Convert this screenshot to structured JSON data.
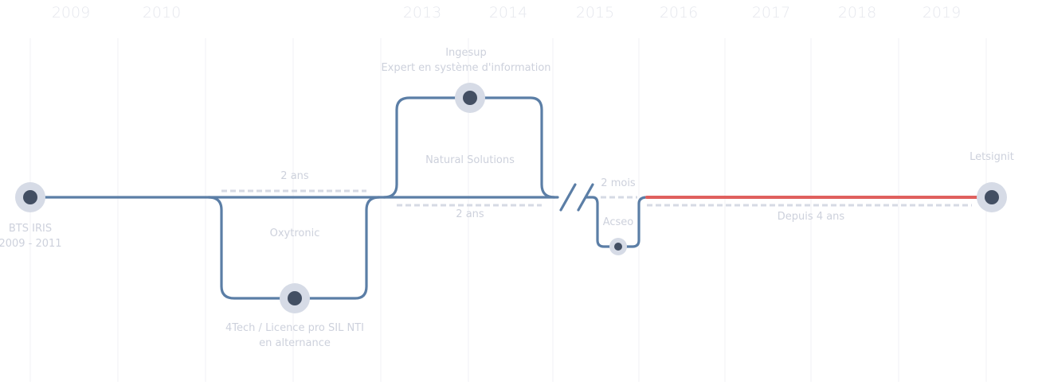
{
  "years": [
    "2009",
    "2010",
    "2013",
    "2014",
    "2015",
    "2016",
    "2017",
    "2018",
    "2019"
  ],
  "labels": {
    "bts_title": "BTS IRIS",
    "bts_dates": "2009 - 2011",
    "oxytronic": "Oxytronic",
    "oxytronic_duration": "2 ans",
    "fourtech_line1": "4Tech / Licence pro SIL NTI",
    "fourtech_line2": "en alternance",
    "ingesup_line1": "Ingesup",
    "ingesup_line2": "Expert en système d'information",
    "natural_solutions": "Natural Solutions",
    "natural_duration": "2 ans",
    "acseo": "Acseo",
    "acseo_duration": "2 mois",
    "letsignit": "Letsignit",
    "letsignit_duration": "Depuis 4 ans"
  },
  "colors": {
    "track": "#5b7ea6",
    "current": "#e0605e",
    "node": "#434f63",
    "halo": "#d6dbe6",
    "dash": "#d6dae4",
    "label": "#cdd1dc",
    "year": "#e6e8ee"
  }
}
